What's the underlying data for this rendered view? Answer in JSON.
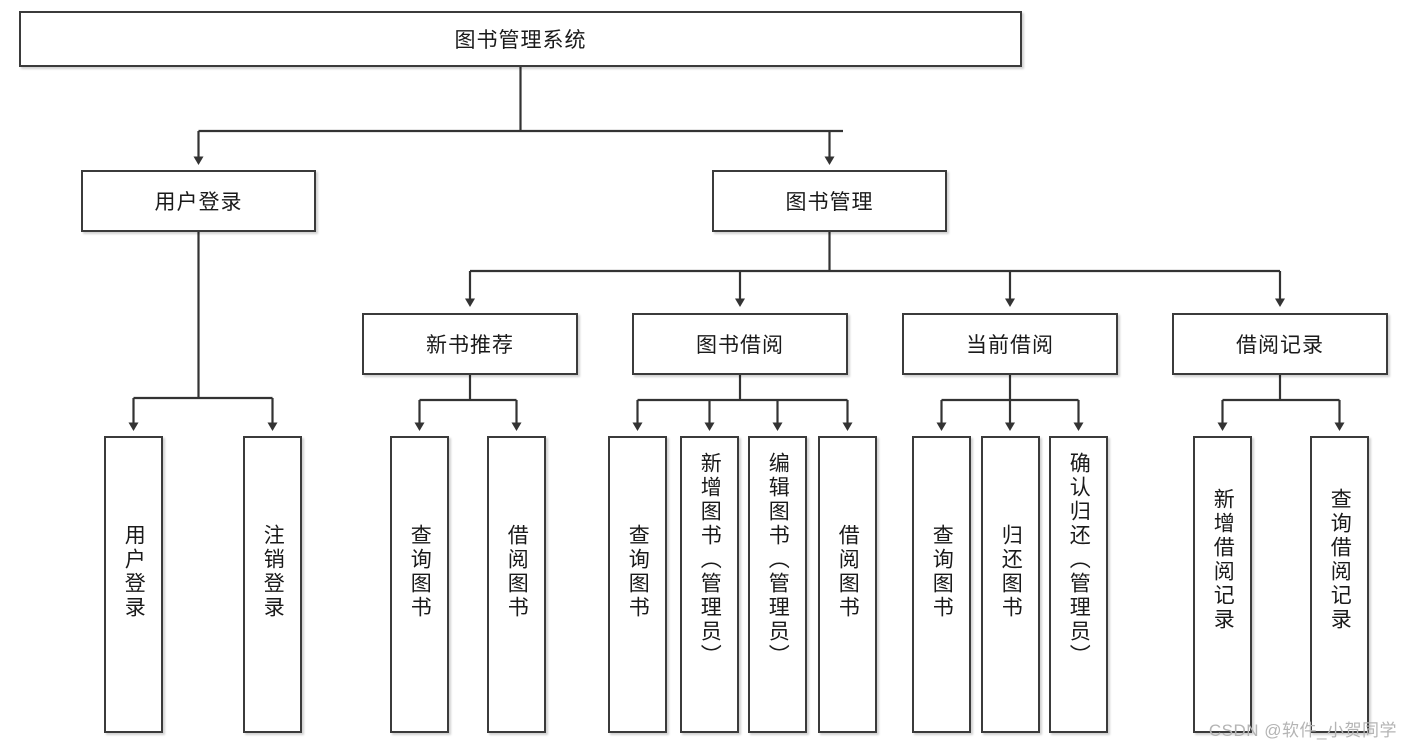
{
  "diagram": {
    "title": "图书管理系统",
    "type": "tree-hierarchy-chart",
    "root": {
      "label": "图书管理系统"
    },
    "level2": [
      {
        "label": "用户登录"
      },
      {
        "label": "图书管理"
      }
    ],
    "level3": [
      {
        "label": "新书推荐"
      },
      {
        "label": "图书借阅"
      },
      {
        "label": "当前借阅"
      },
      {
        "label": "借阅记录"
      }
    ],
    "leaves": {
      "user_login": [
        {
          "label": "用户登录"
        },
        {
          "label": "注销登录"
        }
      ],
      "new_book_recommend": [
        {
          "label": "查询图书"
        },
        {
          "label": "借阅图书"
        }
      ],
      "book_borrow": [
        {
          "label": "查询图书"
        },
        {
          "label": "新增图书（管理员）"
        },
        {
          "label": "编辑图书（管理员）"
        },
        {
          "label": "借阅图书"
        }
      ],
      "current_borrow": [
        {
          "label": "查询图书"
        },
        {
          "label": "归还图书"
        },
        {
          "label": "确认归还（管理员）"
        }
      ],
      "borrow_record": [
        {
          "label": "新增借阅记录"
        },
        {
          "label": "查询借阅记录"
        }
      ]
    }
  },
  "watermark": {
    "text": "CSDN @软件_小贺同学"
  },
  "colors": {
    "border": "#3b3b3b",
    "background": "#ffffff",
    "text": "#1a1a1a",
    "connector": "#333333",
    "watermark": "#b4b4b4"
  }
}
